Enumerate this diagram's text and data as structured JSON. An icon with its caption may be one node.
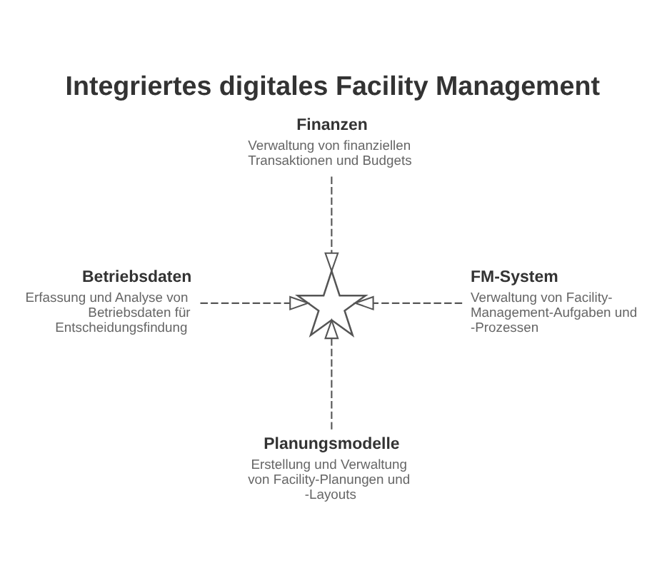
{
  "diagram": {
    "title": "Integriertes digitales Facility Management",
    "nodes": [
      {
        "text": [
          "Finanzen",
          "Verwaltung von finanziellen Transaktionen und Budgets"
        ]
      },
      {
        "text": [
          "Betriebsdaten",
          "Erfassung und Analyse von Betriebsdaten für Entscheidungsfindung"
        ]
      },
      {
        "text": [],
        "shape": "picture"
      },
      {
        "text": [
          "FM-System",
          "Verwaltung von Facility-Management-Aufgaben und -Prozessen"
        ]
      },
      {
        "text": [
          "Planungsmodelle",
          "Erstellung und Verwaltung von Facility-Planungen und -Layouts"
        ]
      }
    ],
    "edges": [
      {
        "from": 0,
        "to": 2,
        "arrow": "to",
        "style": "dashed"
      },
      {
        "from": 1,
        "to": 2,
        "arrow": "to",
        "style": "dashed"
      },
      {
        "from": 3,
        "to": 2,
        "arrow": "to",
        "style": "dashed"
      },
      {
        "from": 4,
        "to": 2,
        "arrow": "to",
        "style": "dashed"
      }
    ]
  }
}
